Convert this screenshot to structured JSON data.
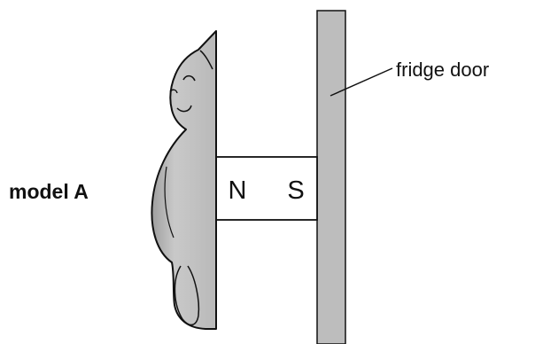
{
  "labels": {
    "model": "model A",
    "fridge_door": "fridge door"
  },
  "magnet": {
    "north": "N",
    "south": "S"
  },
  "colors": {
    "door_fill": "#bdbdbd",
    "cat_fill": "#c4c4c4",
    "outline": "#111111"
  }
}
